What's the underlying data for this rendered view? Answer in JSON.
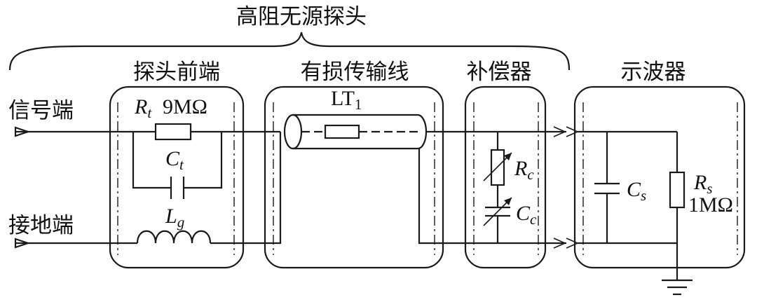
{
  "title": "高阻无源探头",
  "sections": {
    "probe_front": "探头前端",
    "lossy_line": "有损传输线",
    "compensator": "补偿器",
    "oscilloscope": "示波器"
  },
  "terminals": {
    "signal": "信号端",
    "ground": "接地端"
  },
  "components": {
    "rt": {
      "sym": "R",
      "sub": "t",
      "value": "9MΩ"
    },
    "ct": {
      "sym": "C",
      "sub": "t"
    },
    "lg": {
      "sym": "L",
      "sub": "g"
    },
    "lt": {
      "sym": "LT",
      "sub": "1"
    },
    "rc": {
      "sym": "R",
      "sub": "c"
    },
    "cc": {
      "sym": "C",
      "sub": "c"
    },
    "cs": {
      "sym": "C",
      "sub": "s"
    },
    "rs": {
      "sym": "R",
      "sub": "s",
      "value": "1MΩ"
    }
  }
}
